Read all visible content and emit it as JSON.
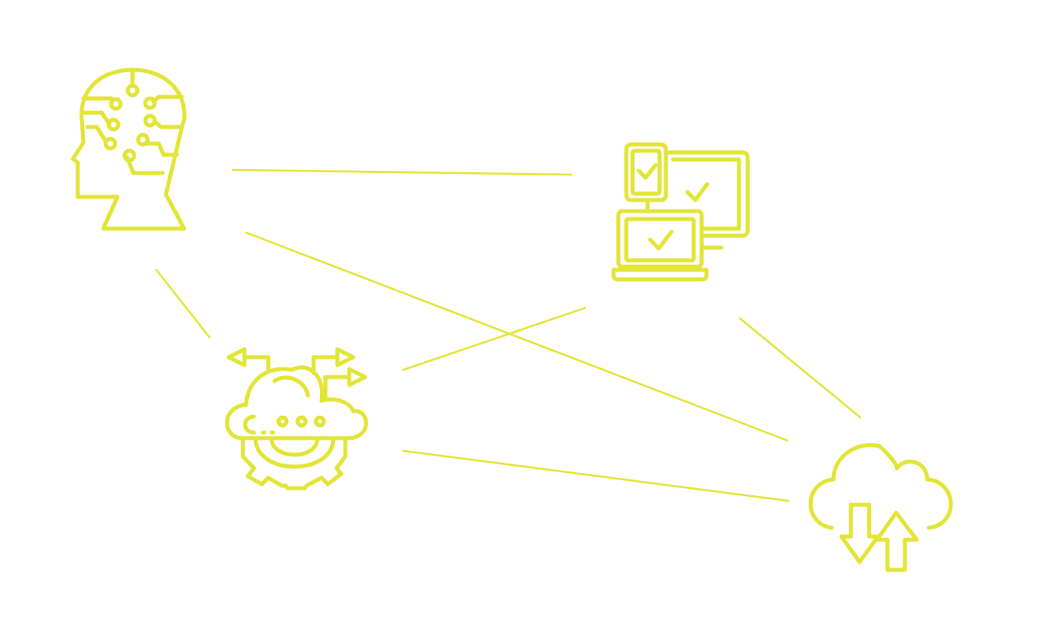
{
  "colors": {
    "accent": "#e2e536",
    "background": "#ffffff"
  },
  "nodes": [
    {
      "id": "ai-head",
      "icon": "ai-brain-head-icon"
    },
    {
      "id": "devices",
      "icon": "multi-device-check-icon"
    },
    {
      "id": "cloud-gear",
      "icon": "cloud-gear-automation-icon"
    },
    {
      "id": "cloud-sync",
      "icon": "cloud-upload-download-icon"
    }
  ],
  "connections": [
    {
      "from": "ai-head",
      "to": "devices"
    },
    {
      "from": "ai-head",
      "to": "cloud-sync"
    },
    {
      "from": "ai-head",
      "to": "cloud-gear"
    },
    {
      "from": "cloud-gear",
      "to": "devices"
    },
    {
      "from": "cloud-gear",
      "to": "cloud-sync"
    },
    {
      "from": "devices",
      "to": "cloud-sync"
    }
  ]
}
